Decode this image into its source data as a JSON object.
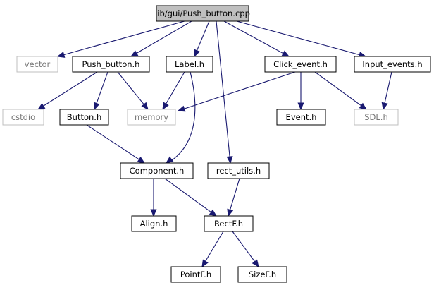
{
  "diagram": {
    "type": "include-dependency-graph",
    "colors": {
      "edge": "#191970",
      "root_fill": "#bfbfbf",
      "node_border": "#000000",
      "external_border": "#bfbfbf",
      "external_text": "#777777",
      "text": "#000000"
    },
    "nodes": [
      {
        "id": "root",
        "label": "lib/gui/Push_button.cpp",
        "kind": "root"
      },
      {
        "id": "vector",
        "label": "vector",
        "kind": "external"
      },
      {
        "id": "push_button_h",
        "label": "Push_button.h",
        "kind": "header"
      },
      {
        "id": "label_h",
        "label": "Label.h",
        "kind": "header"
      },
      {
        "id": "click_event_h",
        "label": "Click_event.h",
        "kind": "header"
      },
      {
        "id": "input_events_h",
        "label": "Input_events.h",
        "kind": "header"
      },
      {
        "id": "cstdio",
        "label": "cstdio",
        "kind": "external"
      },
      {
        "id": "button_h",
        "label": "Button.h",
        "kind": "header"
      },
      {
        "id": "memory",
        "label": "memory",
        "kind": "external"
      },
      {
        "id": "event_h",
        "label": "Event.h",
        "kind": "header"
      },
      {
        "id": "sdl_h",
        "label": "SDL.h",
        "kind": "external"
      },
      {
        "id": "component_h",
        "label": "Component.h",
        "kind": "header"
      },
      {
        "id": "rect_utils_h",
        "label": "rect_utils.h",
        "kind": "header"
      },
      {
        "id": "align_h",
        "label": "Align.h",
        "kind": "header"
      },
      {
        "id": "rectf_h",
        "label": "RectF.h",
        "kind": "header"
      },
      {
        "id": "pointf_h",
        "label": "PointF.h",
        "kind": "header"
      },
      {
        "id": "sizef_h",
        "label": "SizeF.h",
        "kind": "header"
      }
    ],
    "edges": [
      {
        "from": "root",
        "to": "vector"
      },
      {
        "from": "root",
        "to": "push_button_h"
      },
      {
        "from": "root",
        "to": "label_h"
      },
      {
        "from": "root",
        "to": "rect_utils_h"
      },
      {
        "from": "root",
        "to": "click_event_h"
      },
      {
        "from": "root",
        "to": "input_events_h"
      },
      {
        "from": "push_button_h",
        "to": "cstdio"
      },
      {
        "from": "push_button_h",
        "to": "button_h"
      },
      {
        "from": "push_button_h",
        "to": "memory"
      },
      {
        "from": "label_h",
        "to": "memory"
      },
      {
        "from": "label_h",
        "to": "component_h"
      },
      {
        "from": "click_event_h",
        "to": "memory"
      },
      {
        "from": "click_event_h",
        "to": "event_h"
      },
      {
        "from": "click_event_h",
        "to": "sdl_h"
      },
      {
        "from": "input_events_h",
        "to": "sdl_h"
      },
      {
        "from": "button_h",
        "to": "component_h"
      },
      {
        "from": "component_h",
        "to": "align_h"
      },
      {
        "from": "component_h",
        "to": "rectf_h"
      },
      {
        "from": "rect_utils_h",
        "to": "rectf_h"
      },
      {
        "from": "rectf_h",
        "to": "pointf_h"
      },
      {
        "from": "rectf_h",
        "to": "sizef_h"
      }
    ]
  }
}
